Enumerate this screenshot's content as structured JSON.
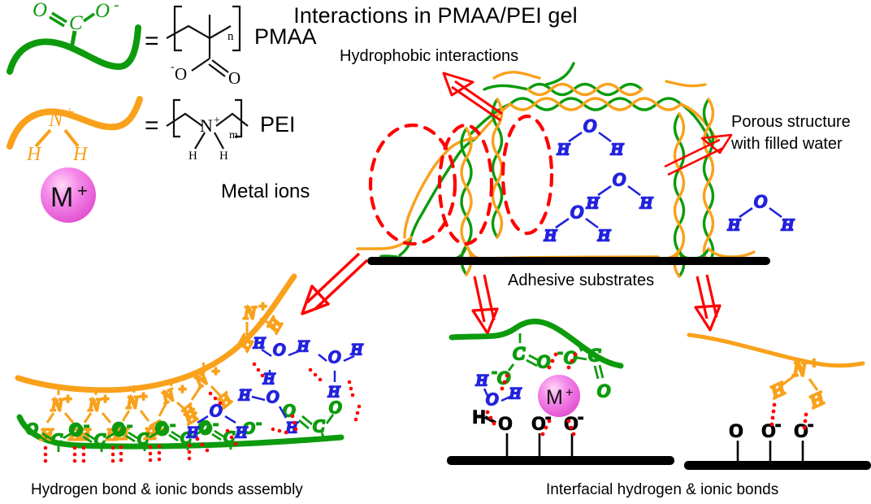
{
  "title": "Interactions in PMAA/PEI gel",
  "colors": {
    "pmaa_green": "#0d9b0d",
    "pei_orange": "#f9a11b",
    "water_blue": "#2222dd",
    "bond_red": "#ff0000",
    "metal_pink": "#ee66dd",
    "substrate_black": "#000000",
    "text_black": "#1a1a1a"
  },
  "legend": {
    "equals_sign": "=",
    "items": [
      {
        "id": "pmaa",
        "name": "PMAA",
        "polymer_color": "#0d9b0d",
        "chain_label_atoms": [
          "O",
          "C",
          "O"
        ],
        "chain_charge": "-",
        "repeat_subscript": "n",
        "structure_atoms": [
          "O",
          "O"
        ],
        "structure_charge": "-"
      },
      {
        "id": "pei",
        "name": "PEI",
        "polymer_color": "#f9a11b",
        "chain_label_atoms": [
          "N",
          "H",
          "H"
        ],
        "chain_charge": "+",
        "repeat_subscript": "m",
        "structure_atoms": [
          "N",
          "H",
          "H"
        ],
        "structure_charge": "+"
      }
    ],
    "metal_ion": {
      "symbol": "M",
      "charge": "+",
      "label": "Metal ions",
      "color": "#ee66dd"
    }
  },
  "annotations": {
    "hydrophobic": "Hydrophobic interactions",
    "porous_line1": "Porous structure",
    "porous_line2": "with filled water",
    "adhesive": "Adhesive substrates"
  },
  "captions": {
    "bottom_left": "Hydrogen bond & ionic bonds assembly",
    "bottom_right": "Interfacial hydrogen & ionic bonds"
  },
  "water_molecules": {
    "atom_o": "O",
    "atom_h": "H",
    "count_in_gel": 4
  },
  "chemistry_symbols": {
    "oxygen": "O",
    "carbon": "C",
    "nitrogen": "N",
    "hydrogen": "H",
    "minus": "-",
    "plus": "+"
  },
  "panels": {
    "center_gel": {
      "name": "porous gel network on adhesive substrate",
      "water_count": 4,
      "dashed_ellipse_count": 3
    },
    "bottom_left": {
      "name": "hydrogen and ionic bond assembly",
      "ammonium_groups": 5,
      "carboxylate_groups": 6,
      "water_molecules": 5
    },
    "bottom_center": {
      "name": "interfacial metal ion coordination",
      "carboxylate_groups": 2,
      "water_molecules": 1,
      "surface_oxygens": [
        "O",
        "O",
        "O"
      ],
      "surface_charges": [
        "",
        "-",
        "-"
      ],
      "bridging_hydrogen": "H"
    },
    "bottom_right": {
      "name": "interfacial ammonium ionic bonds",
      "ammonium_groups": 1,
      "surface_oxygens": [
        "O",
        "O",
        "O"
      ],
      "surface_charges": [
        "",
        "-",
        "-"
      ]
    }
  }
}
